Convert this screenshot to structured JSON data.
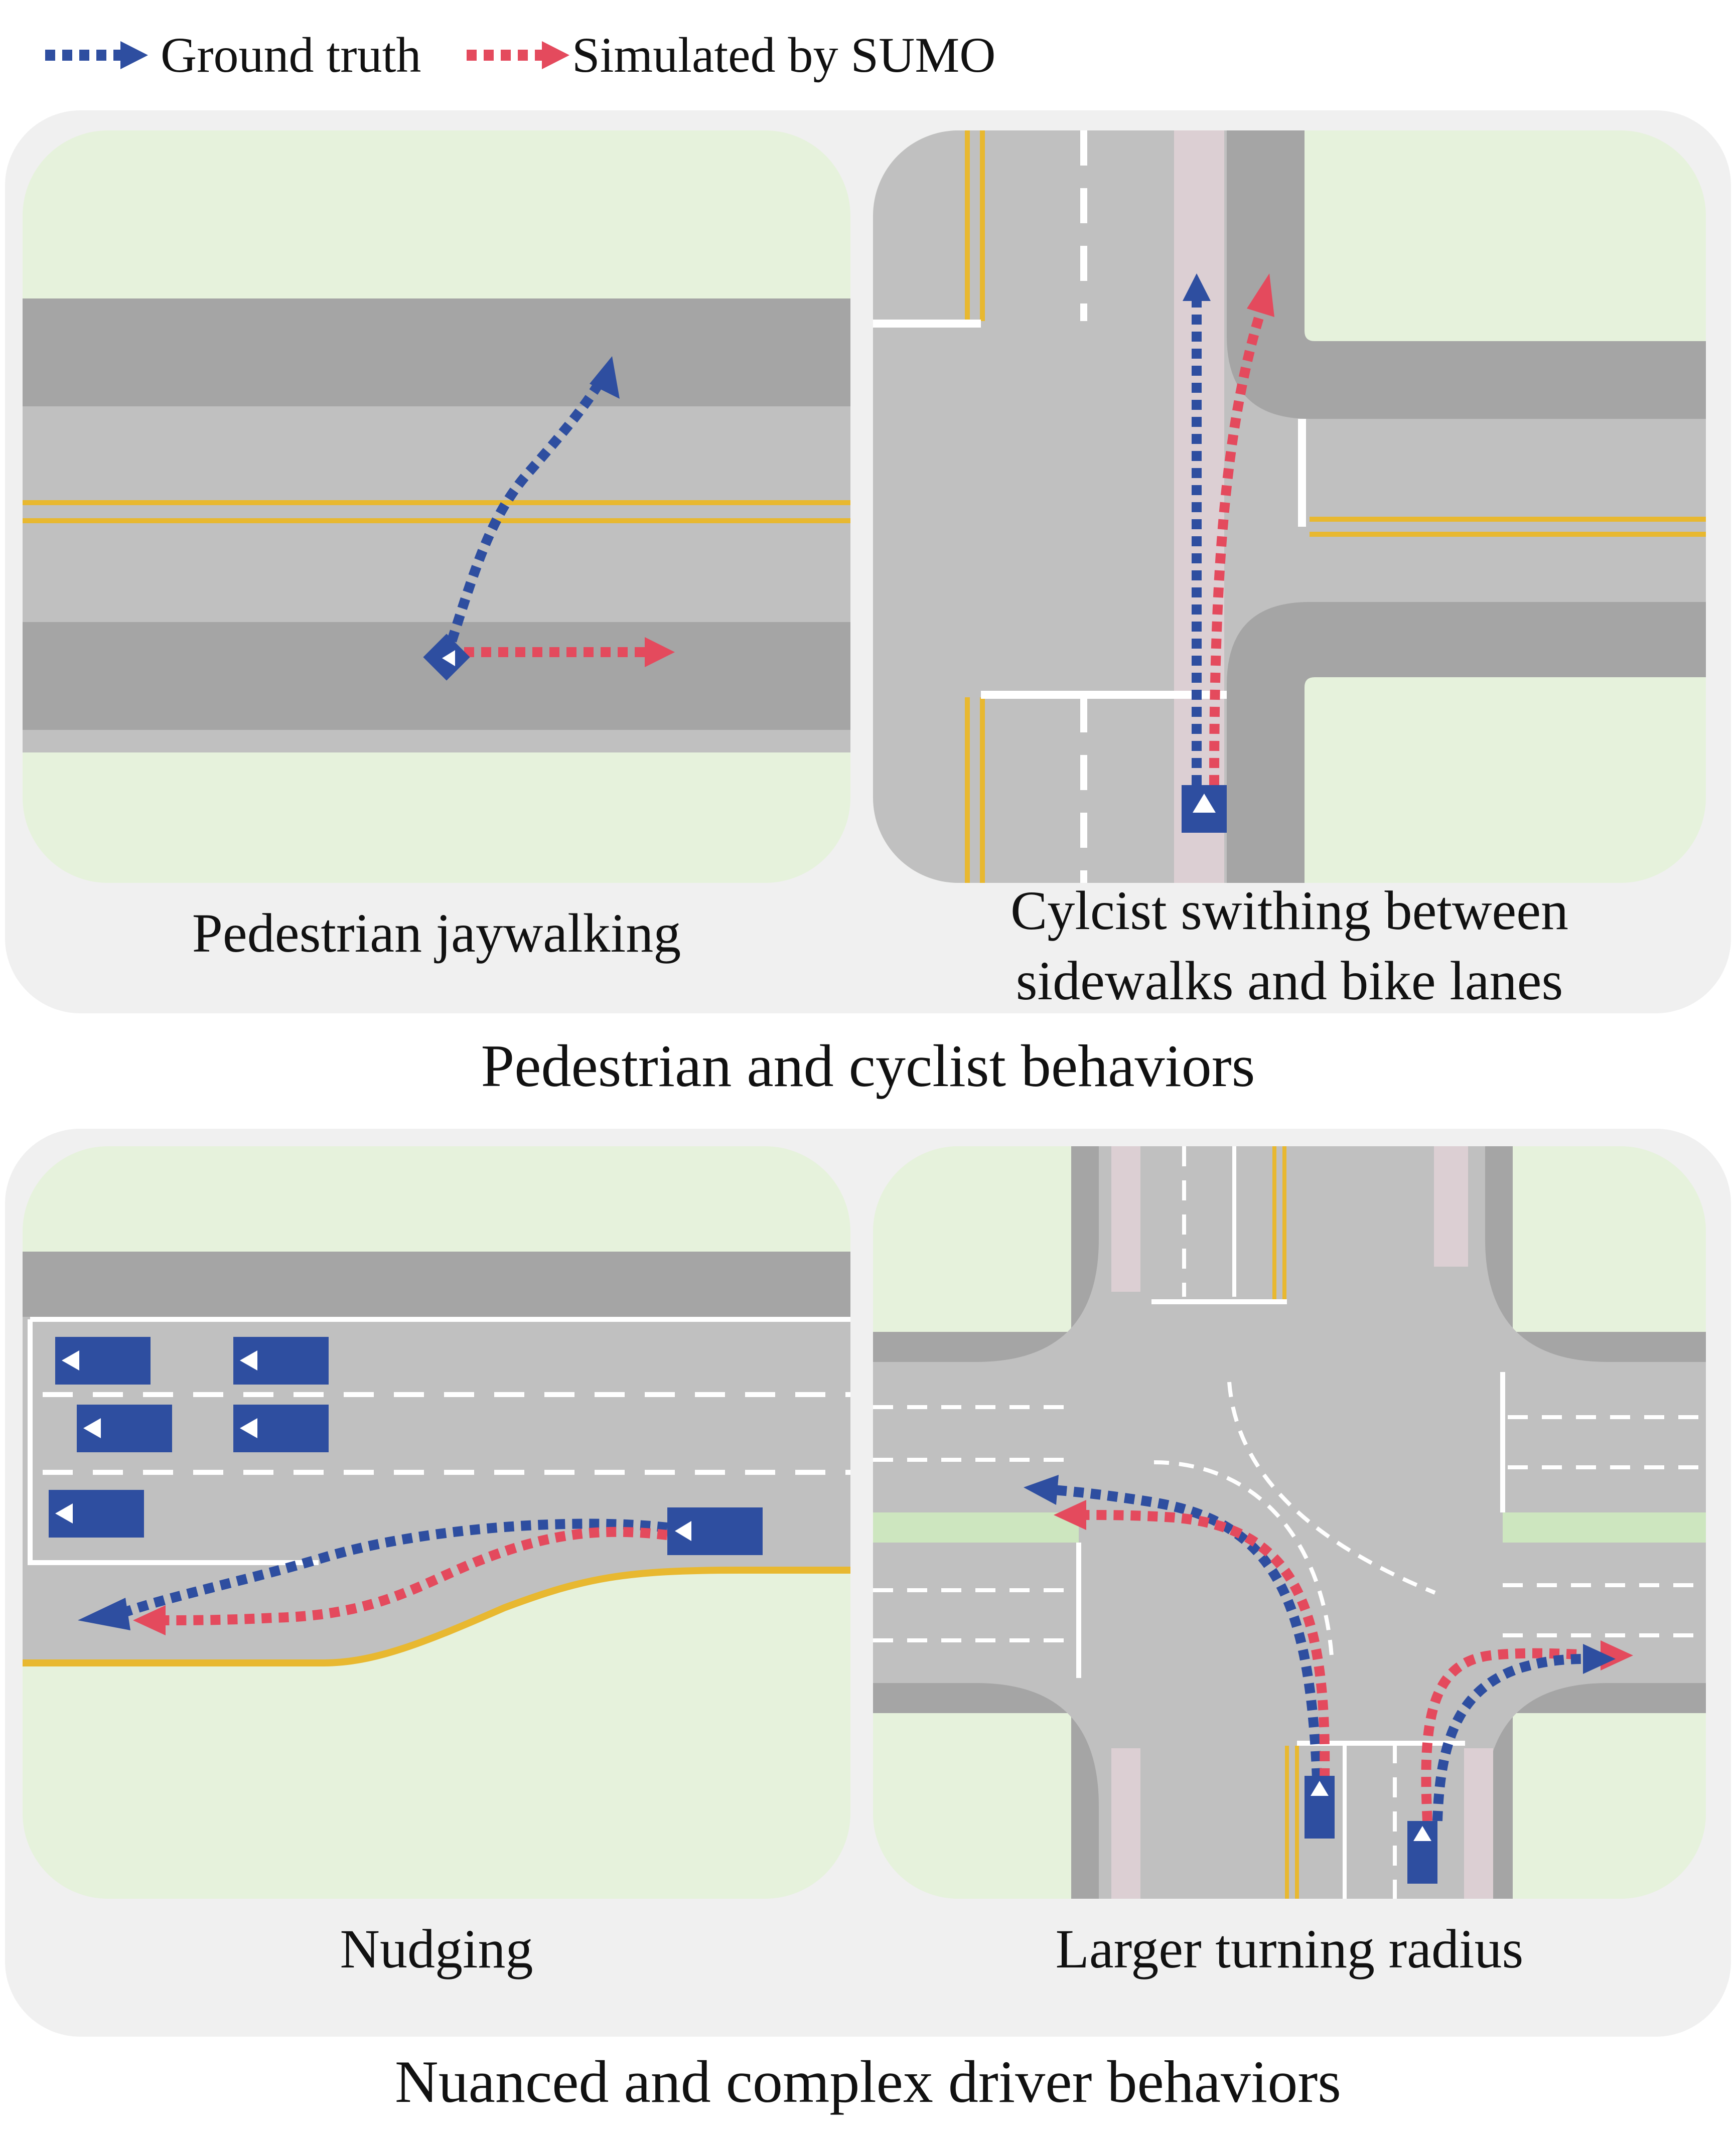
{
  "legend": {
    "ground_truth": {
      "label": "Ground truth",
      "color": "#2e4ea0"
    },
    "simulated": {
      "label": "Simulated by SUMO",
      "color": "#e44a5d"
    }
  },
  "groups": [
    {
      "title": "Pedestrian and cyclist behaviors",
      "panels": [
        {
          "caption": "Pedestrian jaywalking",
          "scene": "straight-road-crossing"
        },
        {
          "caption_lines": [
            "Cylcist swithing between",
            "sidewalks and bike lanes"
          ],
          "scene": "t-intersection-bike-lane"
        }
      ]
    },
    {
      "title": "Nuanced and complex driver behaviors",
      "panels": [
        {
          "caption": "Nudging",
          "scene": "multi-lane-road-with-parked-vehicles"
        },
        {
          "caption": "Larger turning radius",
          "scene": "four-way-intersection"
        }
      ]
    }
  ],
  "colors": {
    "grass": "#e6f2dc",
    "road_light": "#c0c0c0",
    "road_dark": "#a5a5a5",
    "yellow_line": "#e8b830",
    "bike_lane": "#dccfd3",
    "vehicle": "#2e4ea0",
    "group_background": "#f0f0f0"
  }
}
